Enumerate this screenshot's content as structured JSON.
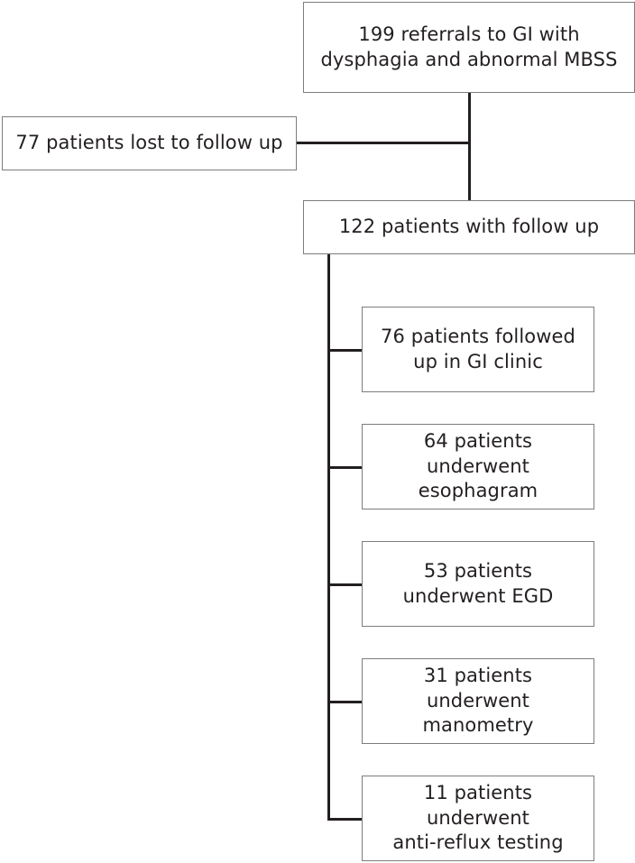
{
  "diagram": {
    "type": "flowchart",
    "title": "Patient referral and follow-up flow",
    "colors": {
      "box_border": "#7d7d7d",
      "connector": "#231f20",
      "text": "#231f20",
      "background": "#ffffff"
    },
    "nodes": {
      "referrals": {
        "label": "199 referrals to GI with\ndysphagia and abnormal MBSS",
        "count": 199
      },
      "lost_to_follow_up": {
        "label": "77 patients lost to follow up",
        "count": 77
      },
      "with_follow_up": {
        "label": "122 patients with follow up",
        "count": 122
      }
    },
    "branches": [
      {
        "label": "76 patients followed\nup in GI clinic",
        "count": 76
      },
      {
        "label": "64 patients underwent\nesophagram",
        "count": 64
      },
      {
        "label": "53 patients\nunderwent EGD",
        "count": 53
      },
      {
        "label": "31 patients underwent\nmanometry",
        "count": 31
      },
      {
        "label": "11 patients underwent\nanti-reflux testing",
        "count": 11
      }
    ]
  }
}
